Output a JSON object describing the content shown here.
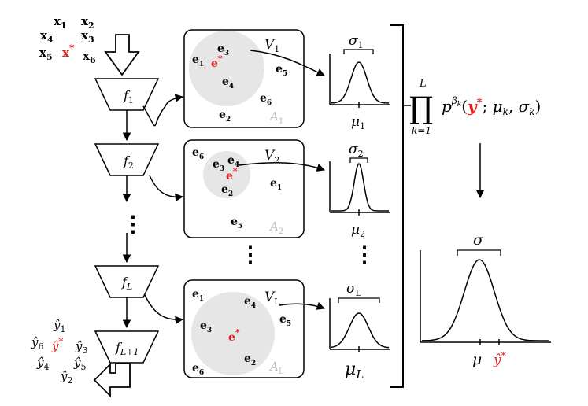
{
  "colors": {
    "highlight": "#e31b1b",
    "cluster": "#e6e6e6",
    "space_label": "#b8b8b8",
    "ink": "#000000"
  },
  "inputs": {
    "items": [
      "x",
      "x",
      "x",
      "x",
      "x",
      "x"
    ],
    "subscripts": [
      "1",
      "2",
      "3",
      "4",
      "5",
      "6"
    ],
    "query": "x",
    "star": "*"
  },
  "outputs": {
    "items": [
      "ŷ",
      "ŷ",
      "ŷ",
      "ŷ",
      "ŷ",
      "ŷ"
    ],
    "subscripts": [
      "1",
      "6",
      "3",
      "4",
      "5",
      "2"
    ],
    "query": "ŷ",
    "star": "*"
  },
  "layers": [
    {
      "f": "f",
      "f_sub": "1"
    },
    {
      "f": "f",
      "f_sub": "2"
    },
    {
      "f": "f",
      "f_sub": "L"
    },
    {
      "f": "f",
      "f_sub": "L+1"
    }
  ],
  "spaces": [
    {
      "V": "V",
      "sub": "1",
      "A": "A",
      "A_sub": "1",
      "points": [
        {
          "s": "3"
        },
        {
          "s": "1"
        },
        {
          "s": "4"
        },
        {
          "s": "5"
        },
        {
          "s": "6"
        },
        {
          "s": "2"
        }
      ]
    },
    {
      "V": "V",
      "sub": "2",
      "A": "A",
      "A_sub": "2",
      "points": [
        {
          "s": "6"
        },
        {
          "s": "3"
        },
        {
          "s": "4"
        },
        {
          "s": "2"
        },
        {
          "s": "1"
        },
        {
          "s": "5"
        }
      ]
    },
    {
      "V": "V",
      "sub": "L",
      "A": "A",
      "A_sub": "L",
      "points": [
        {
          "s": "1"
        },
        {
          "s": "4"
        },
        {
          "s": "3"
        },
        {
          "s": "5"
        },
        {
          "s": "2"
        },
        {
          "s": "6"
        }
      ]
    }
  ],
  "point_symbol": "e",
  "query_symbol": "e",
  "gaussians": [
    {
      "sigma": "σ",
      "sigma_sub": "1",
      "mu": "μ",
      "mu_sub": "1"
    },
    {
      "sigma": "σ",
      "sigma_sub": "2",
      "mu": "μ",
      "mu_sub": "2"
    },
    {
      "sigma": "σ",
      "sigma_sub": "L",
      "mu": "μ",
      "mu_sub": "L"
    }
  ],
  "formula": {
    "upper": "L",
    "product": "∏",
    "lower": "k=1",
    "p": "p",
    "exp": "β",
    "exp_sub": "k",
    "lparen": "(",
    "y": "y",
    "star": "*",
    "semi": "; ",
    "mu": "μ",
    "k1": "k",
    "comma": ", ",
    "sigma": "σ",
    "k2": "k",
    "rparen": ")"
  },
  "final": {
    "sigma": "σ",
    "mu": "μ",
    "target": "ŷ",
    "target_star": "*"
  },
  "ellipsis": "⋮"
}
